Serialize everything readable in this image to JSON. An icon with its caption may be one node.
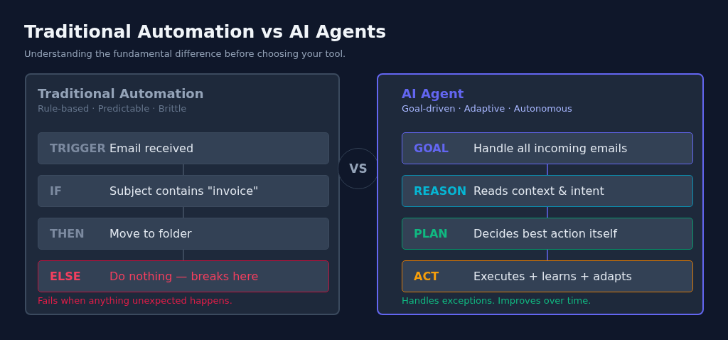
{
  "diagram": {
    "title": "Traditional Automation vs AI Agents",
    "labels": [
      "Understanding the fundamental difference before choosing your tool."
    ],
    "nodes": [
      {
        "text": [
          "Traditional Automation",
          "Rule-based · Predictable · Brittle",
          "Fails when anything unexpected happens."
        ]
      },
      {
        "text": [
          "TRIGGER",
          "Email received"
        ],
        "in": 0
      },
      {
        "text": [
          "IF",
          "Subject contains \"invoice\""
        ],
        "in": 0
      },
      {
        "text": [
          "THEN",
          "Move to folder"
        ],
        "in": 0
      },
      {
        "text": [
          "ELSE",
          "Do nothing — breaks here"
        ],
        "in": 0
      },
      {
        "text": [
          "VS"
        ]
      },
      {
        "text": [
          "AI Agent",
          "Goal-driven · Adaptive · Autonomous",
          "Handles exceptions. Improves over time."
        ]
      },
      {
        "text": [
          "GOAL",
          "Handle all incoming emails"
        ],
        "in": 6
      },
      {
        "text": [
          "REASON",
          "Reads context & intent"
        ],
        "in": 6
      },
      {
        "text": [
          "PLAN",
          "Decides best action itself"
        ],
        "in": 6
      },
      {
        "text": [
          "ACT",
          "Executes + learns + adapts"
        ],
        "in": 6
      }
    ],
    "edges": [
      {
        "from": 1,
        "to": 2,
        "arrow": "none",
        "color": "#475569"
      },
      {
        "from": 2,
        "to": 3,
        "arrow": "none",
        "color": "#475569"
      },
      {
        "from": 3,
        "to": 4,
        "arrow": "none",
        "color": "#475569"
      },
      {
        "from": 7,
        "to": 8,
        "arrow": "none",
        "color": "#6366f1"
      },
      {
        "from": 8,
        "to": 9,
        "arrow": "none",
        "color": "#6366f1"
      },
      {
        "from": 9,
        "to": 10,
        "arrow": "none",
        "color": "#6366f1"
      }
    ]
  }
}
